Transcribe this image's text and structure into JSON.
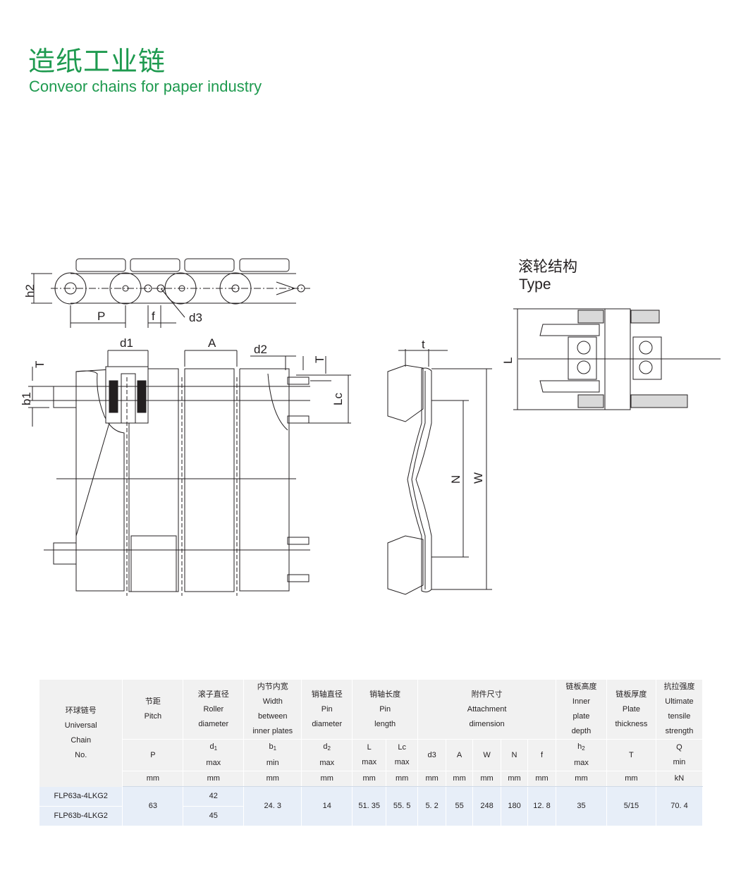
{
  "header": {
    "title_zh": "造纸工业链",
    "title_en": "Conveor chains for paper industry"
  },
  "drawing": {
    "labels": {
      "h2": "h2",
      "P": "P",
      "f": "f",
      "d3": "d3",
      "d1": "d1",
      "A": "A",
      "d2": "d2",
      "T": "T",
      "b1": "b1",
      "Lc": "Lc",
      "t": "t",
      "N": "N",
      "W": "W",
      "L": "L"
    },
    "type_zh": "滚轮结构",
    "type_en": "Type"
  },
  "table": {
    "headers": {
      "model_zh": "环球链号",
      "model_en1": "Universal",
      "model_en2": "Chain",
      "model_en3": "No.",
      "pitch_zh": "节距",
      "pitch_en": "Pitch",
      "roller_zh": "滚子直径",
      "roller_en1": "Roller",
      "roller_en2": "diameter",
      "width_zh": "内节内宽",
      "width_en1": "Width",
      "width_en2": "between",
      "width_en3": "inner plates",
      "pin_zh": "销轴直径",
      "pin_en1": "Pin",
      "pin_en2": "diameter",
      "pinlen_zh": "销轴长度",
      "pinlen_en1": "Pin",
      "pinlen_en2": "length",
      "attach_zh": "附件尺寸",
      "attach_en1": "Attachment",
      "attach_en2": "dimension",
      "plate_h_zh": "链板高度",
      "plate_h_en1": "Inner",
      "plate_h_en2": "plate",
      "plate_h_en3": "depth",
      "plate_t_zh": "链板厚度",
      "plate_t_en1": "Plate",
      "plate_t_en2": "thickness",
      "tensile_zh": "抗拉强度",
      "tensile_en1": "Ultimate",
      "tensile_en2": "tensile",
      "tensile_en3": "strength"
    },
    "symbols": {
      "P": "P",
      "d1": "d",
      "d1_sub": "1",
      "d1_q": "max",
      "b1": "b",
      "b1_sub": "1",
      "b1_q": "min",
      "d2": "d",
      "d2_sub": "2",
      "d2_q": "max",
      "L": "L",
      "L_q": "max",
      "Lc": "Lc",
      "Lc_q": "max",
      "d3": "d3",
      "A": "A",
      "W": "W",
      "N": "N",
      "f": "f",
      "h2": "h",
      "h2_sub": "2",
      "h2_q": "max",
      "T": "T",
      "Q": "Q",
      "Q_q": "min"
    },
    "units": {
      "P": "mm",
      "d1": "mm",
      "b1": "mm",
      "d2": "mm",
      "L": "mm",
      "Lc": "mm",
      "d3": "mm",
      "A": "mm",
      "W": "mm",
      "N": "mm",
      "f": "mm",
      "h2": "mm",
      "T": "mm",
      "Q": "kN"
    },
    "rows": {
      "model_a": "FLP63a-4LKG2",
      "model_b": "FLP63b-4LKG2",
      "P": "63",
      "d1_a": "42",
      "d1_b": "45",
      "b1": "24. 3",
      "d2": "14",
      "L": "51. 35",
      "Lc": "55. 5",
      "d3": "5. 2",
      "A": "55",
      "W": "248",
      "N": "180",
      "f": "12. 8",
      "h2": "35",
      "T": "5/15",
      "Q": "70. 4"
    }
  }
}
